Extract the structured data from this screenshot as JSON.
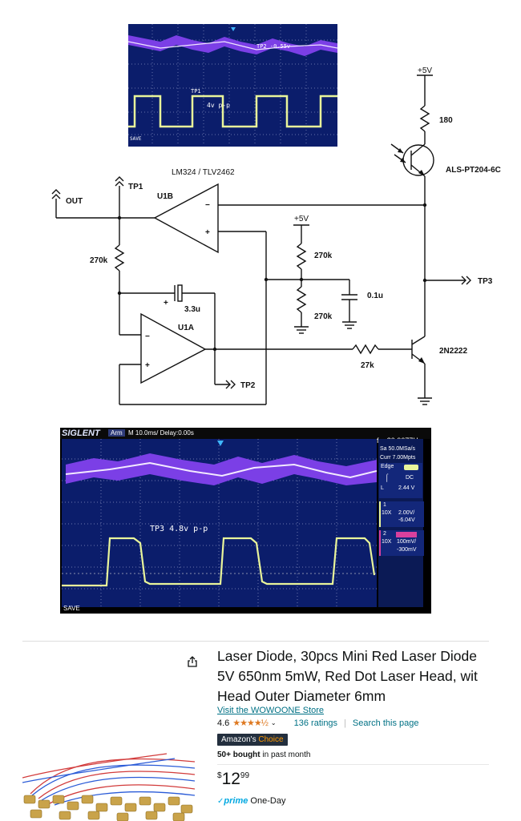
{
  "scope_top": {
    "tp2_label": "TP2 -0.55v",
    "tp1_label": "TP1",
    "tp1_amplitude": "4v p-p",
    "bottom_label": "SAVE"
  },
  "schematic": {
    "supply_top": "+5V",
    "r180": "180",
    "phototransistor": "ALS-PT204-6C",
    "opamp_part": "LM324 / TLV2462",
    "u1b": "U1B",
    "u1a": "U1A",
    "tp1": "TP1",
    "tp2": "TP2",
    "tp3": "TP3",
    "out": "OUT",
    "r270k_fb": "270k",
    "supply_mid": "+5V",
    "r270k_top": "270k",
    "r270k_bot": "270k",
    "cap_01u": "0.1u",
    "cap_33u": "3.3u",
    "r27k": "27k",
    "transistor": "2N2222",
    "minus": "−",
    "plus": "+"
  },
  "scope_bottom": {
    "brand": "SIGLENT",
    "mode": "Arm",
    "timebase": "M 10.0ms/ Delay:0.00s",
    "freq": "f = 20.0677Hz",
    "sample_rate": "Sa 50.0MSa/s",
    "curr": "Curr 7.00Mpts",
    "edge": "Edge",
    "dc": "DC",
    "level": "2.44 V",
    "ch1_num": "1",
    "ch1_probe": "10X",
    "ch1_scale": "2.00V/",
    "ch1_offset": "-6.04V",
    "ch2_num": "2",
    "ch2_probe": "10X",
    "ch2_scale": "100mV/",
    "ch2_offset": "-300mV",
    "trace_label": "TP3  4.8v p-p",
    "bottom_label": "SAVE",
    "trig_letter": "L"
  },
  "product": {
    "title_lines": [
      "Laser Diode, 30pcs Mini Red Laser Diode",
      "5V 650nm 5mW, Red Dot Laser Head, wit",
      "Head Outer Diameter 6mm"
    ],
    "store_link": "Visit the WOWOONE Store",
    "rating_value": "4.6",
    "stars": "★★★★½",
    "ratings_count": "136 ratings",
    "search_link": "Search this page",
    "badge_prefix": "Amazon's",
    "badge_choice": "Choice",
    "bought_bold": "50+ bought",
    "bought_rest": "in past month",
    "price_symbol": "$",
    "price_whole": "12",
    "price_fraction": "99",
    "prime_label": "prime",
    "delivery": "One-Day"
  },
  "colors": {
    "scope_bg": "#0b1d6b",
    "grid": "#7d86b8",
    "purple_trace": "#7b3fe6",
    "yellow_trace": "#e9f59a",
    "amazon_link": "#007185",
    "star": "#de7921"
  }
}
